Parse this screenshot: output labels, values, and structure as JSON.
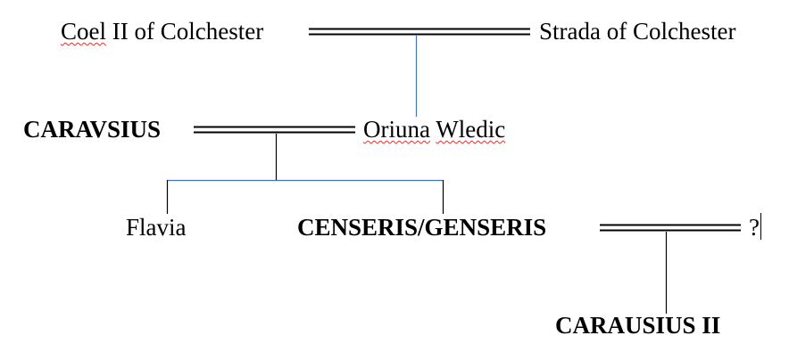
{
  "people": {
    "coel": "Coel II of Colchester",
    "strada": "Strada of Colchester",
    "caravsius": "CARAVSIUS",
    "oriuna": "Oriuna",
    "wledic": "Wledic",
    "flavia": "Flavia",
    "censeris": "CENSERIS/GENSERIS",
    "spouse_unknown": "?",
    "carausius_ii": "CARAUSIUS II"
  },
  "colors": {
    "text": "#000000",
    "marriage_line": "#000000",
    "descent_line_blue": "#4472c4",
    "descent_line_black": "#000000",
    "spellcheck_underline": "#e03030"
  }
}
